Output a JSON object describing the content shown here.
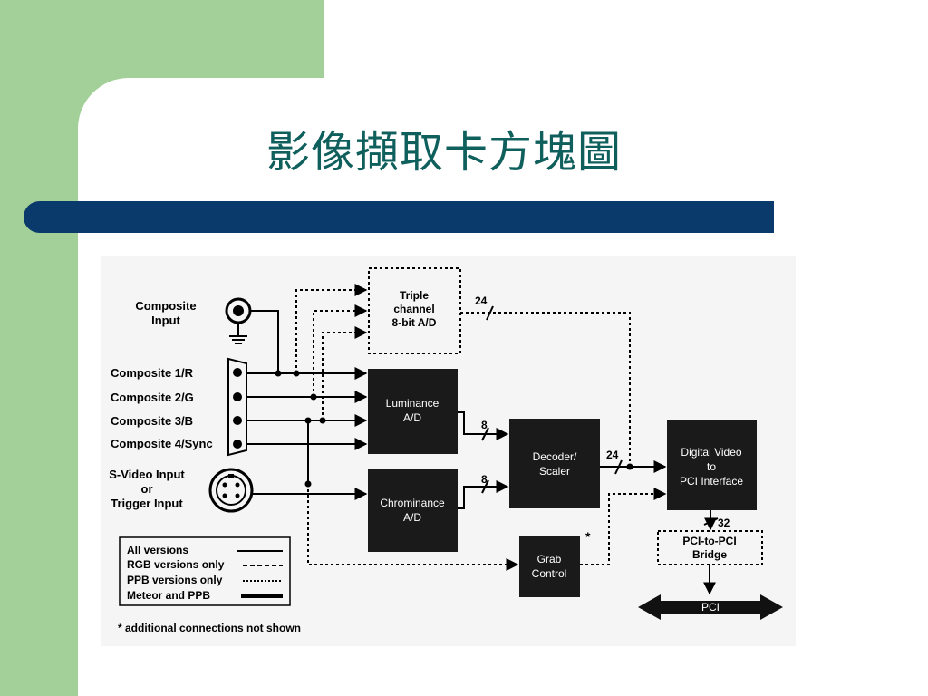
{
  "slide": {
    "title": "影像擷取卡方塊圖"
  },
  "diagram": {
    "inputs": {
      "composite_input": [
        "Composite",
        "Input"
      ],
      "composite_1": "Composite 1/R",
      "composite_2": "Composite 2/G",
      "composite_3": "Composite 3/B",
      "composite_4": "Composite 4/Sync",
      "svideo": [
        "S-Video Input",
        "or",
        "Trigger Input"
      ]
    },
    "blocks": {
      "triple_ad": [
        "Triple",
        "channel",
        "8-bit A/D"
      ],
      "luminance": [
        "Luminance",
        "A/D"
      ],
      "chrominance": [
        "Chrominance",
        "A/D"
      ],
      "decoder": [
        "Decoder/",
        "Scaler"
      ],
      "digital_video": [
        "Digital Video",
        "to",
        "PCI Interface"
      ],
      "grab": [
        "Grab",
        "Control"
      ],
      "bridge": [
        "PCI-to-PCI",
        "Bridge"
      ],
      "pci": "PCI"
    },
    "bus_widths": {
      "triple_out": "24",
      "lum_out": "8",
      "chrom_out": "8",
      "decoder_out": "24",
      "dv_out": "32"
    },
    "asterisk": "*",
    "legend": {
      "items": [
        "All versions",
        "RGB versions only",
        "PPB versions only",
        "Meteor and PPB"
      ],
      "footnote": "* additional connections not shown"
    }
  }
}
